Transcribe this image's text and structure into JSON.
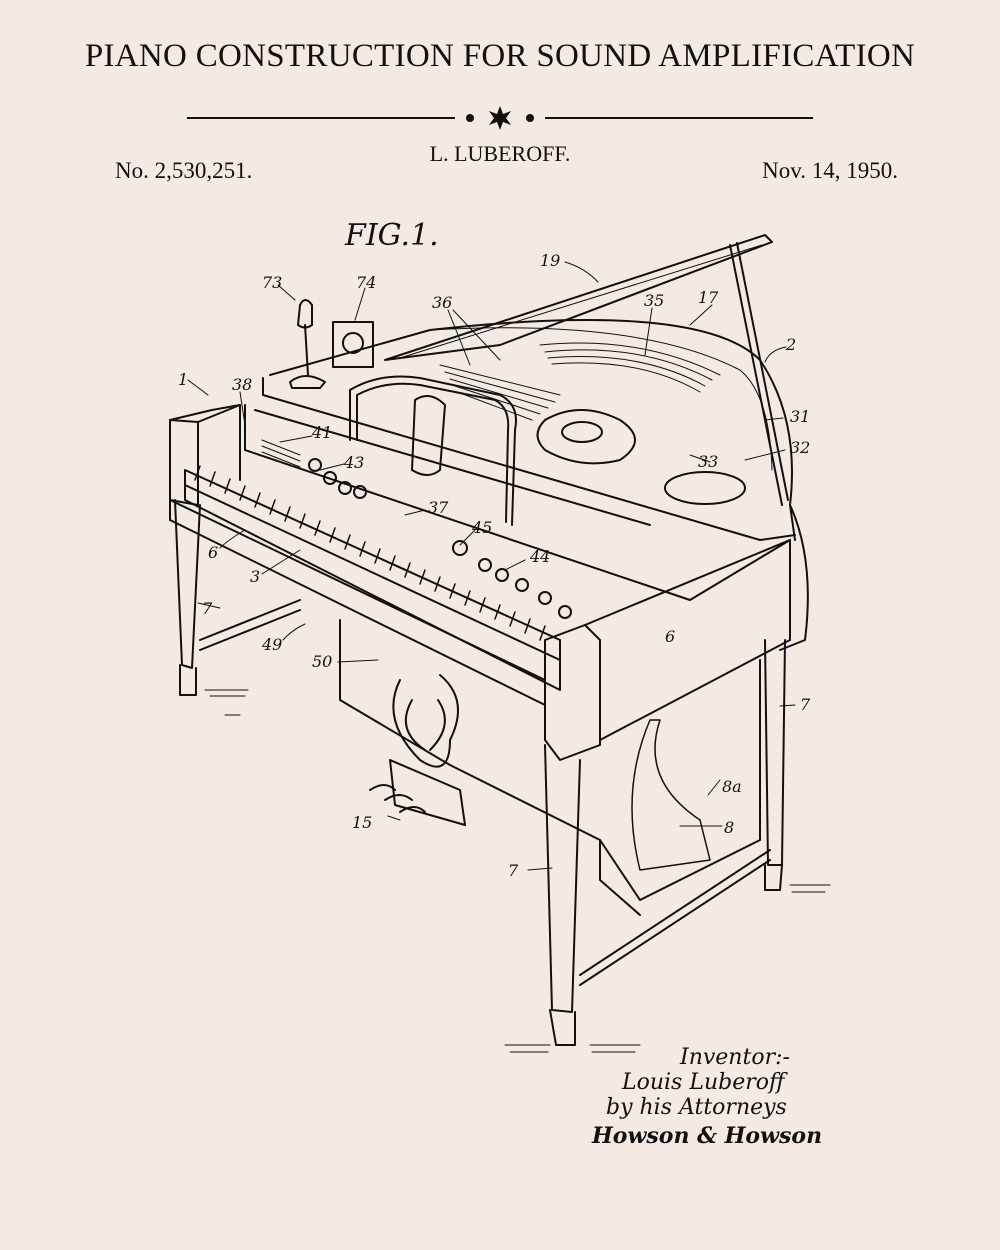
{
  "header": {
    "title": "PIANO CONSTRUCTION FOR SOUND AMPLIFICATION",
    "inventor": "L. LUBEROFF.",
    "patent_number": "No. 2,530,251.",
    "date": "Nov. 14, 1950."
  },
  "figure": {
    "label": "FIG.1.",
    "callouts": [
      "1",
      "2",
      "3",
      "6",
      "6",
      "7",
      "7",
      "7",
      "8",
      "8a",
      "15",
      "17",
      "19",
      "31",
      "32",
      "33",
      "35",
      "36",
      "37",
      "38",
      "41",
      "43",
      "44",
      "45",
      "49",
      "50",
      "73",
      "74"
    ]
  },
  "signature": {
    "line1": "Inventor:-",
    "line2": "Louis Luberoff",
    "line3": "by his Attorneys",
    "line4": "Howson & Howson"
  },
  "colors": {
    "background": "#f3ebe3",
    "ink": "#111111"
  }
}
